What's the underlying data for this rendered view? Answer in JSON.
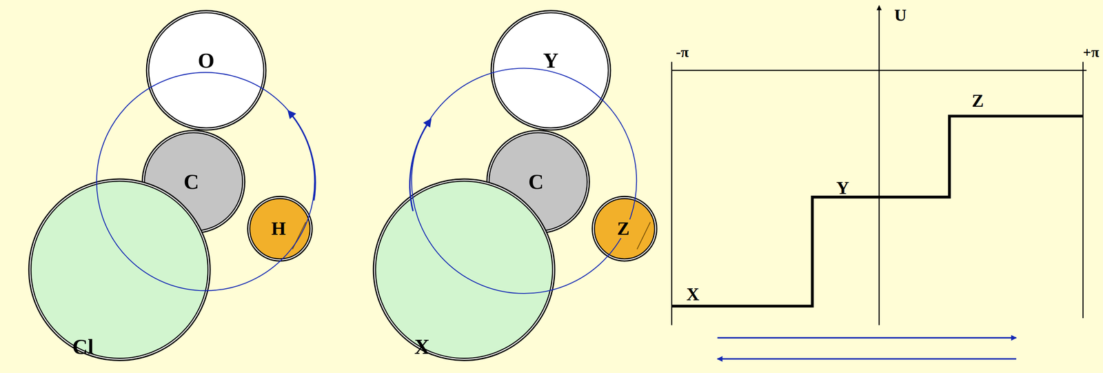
{
  "diagram": {
    "nodes": [
      {
        "text": [
          "O"
        ]
      },
      {
        "text": [
          "C"
        ]
      },
      {
        "text": [
          "Cl"
        ]
      },
      {
        "text": [
          "H"
        ]
      },
      {
        "text": [
          "Y"
        ]
      },
      {
        "text": [
          "C"
        ]
      },
      {
        "text": [
          "X"
        ]
      },
      {
        "text": [
          "Z"
        ]
      }
    ],
    "labels": [
      "-π",
      "U",
      "+π",
      "Z",
      "Y",
      "X"
    ]
  }
}
